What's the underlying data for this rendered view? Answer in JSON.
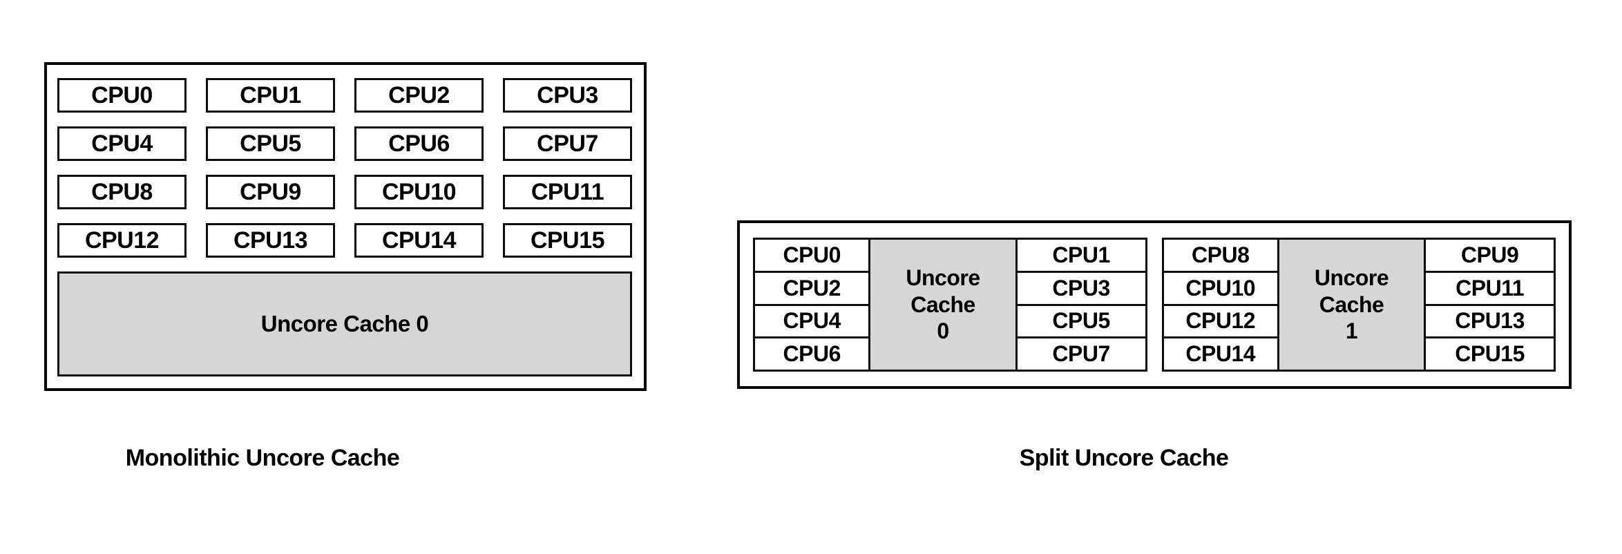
{
  "colors": {
    "cache_fill": "#d6d6d6",
    "border": "#0d0d0d",
    "text": "#000000",
    "background": "#ffffff"
  },
  "monolithic": {
    "caption": "Monolithic Uncore Cache",
    "cpus": [
      "CPU0",
      "CPU1",
      "CPU2",
      "CPU3",
      "CPU4",
      "CPU5",
      "CPU6",
      "CPU7",
      "CPU8",
      "CPU9",
      "CPU10",
      "CPU11",
      "CPU12",
      "CPU13",
      "CPU14",
      "CPU15"
    ],
    "cache_label": "Uncore Cache 0"
  },
  "split": {
    "caption": "Split Uncore Cache",
    "clusters": [
      {
        "left_cpus": [
          "CPU0",
          "CPU2",
          "CPU4",
          "CPU6"
        ],
        "cache_label": "Uncore Cache 0",
        "right_cpus": [
          "CPU1",
          "CPU3",
          "CPU5",
          "CPU7"
        ]
      },
      {
        "left_cpus": [
          "CPU8",
          "CPU10",
          "CPU12",
          "CPU14"
        ],
        "cache_label": "Uncore Cache 1",
        "right_cpus": [
          "CPU9",
          "CPU11",
          "CPU13",
          "CPU15"
        ]
      }
    ]
  }
}
